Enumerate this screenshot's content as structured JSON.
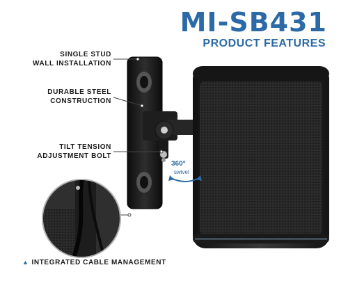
{
  "header": {
    "model": "MI-SB431",
    "subtitle": "PRODUCT FEATURES"
  },
  "callouts": [
    {
      "line1": "SINGLE STUD",
      "line2": "WALL INSTALLATION"
    },
    {
      "line1": "DURABLE STEEL",
      "line2": "CONSTRUCTION"
    },
    {
      "line1": "TILT TENSION",
      "line2": "ADJUSTMENT BOLT"
    }
  ],
  "swivel": {
    "degrees": "360°",
    "label": "swivel"
  },
  "bottom": {
    "caption": "INTEGRATED CABLE MANAGEMENT",
    "marker_icon": "triangle-up-icon"
  },
  "colors": {
    "accent": "#2b6aa6",
    "text": "#1a1a1a",
    "product": "#2a2a2a"
  }
}
